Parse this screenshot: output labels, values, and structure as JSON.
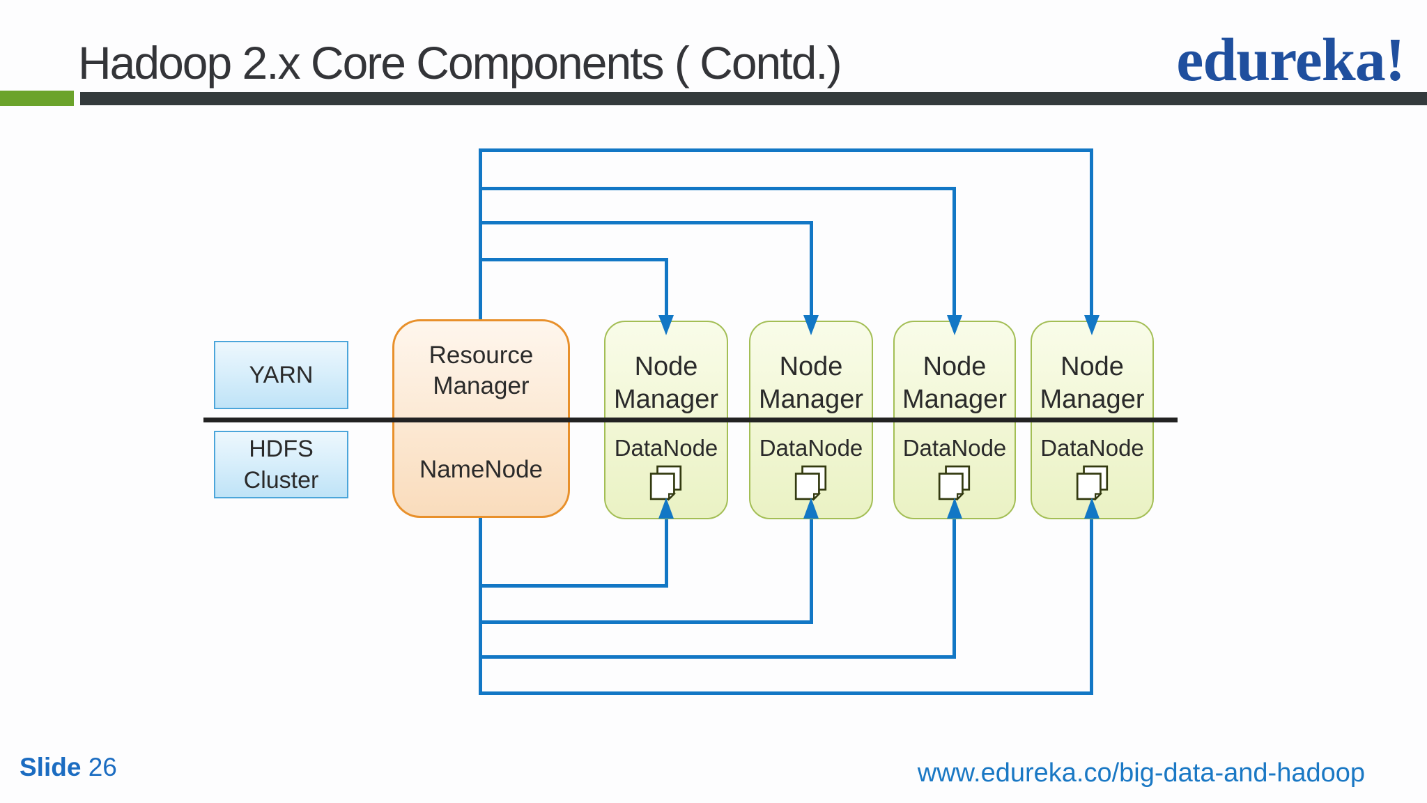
{
  "slide": {
    "title": "Hadoop 2.x Core Components ( Contd.)",
    "logo_text": "edureka!",
    "footer": {
      "slide_label": "Slide",
      "slide_number": "26",
      "url": "www.edureka.co/big-data-and-hadoop"
    }
  },
  "diagram": {
    "left_labels": {
      "yarn": "YARN",
      "hdfs": "HDFS Cluster"
    },
    "master": {
      "yarn_role": "Resource Manager",
      "hdfs_role": "NameNode"
    },
    "workers": [
      {
        "yarn_role": "Node Manager",
        "hdfs_role": "DataNode"
      },
      {
        "yarn_role": "Node Manager",
        "hdfs_role": "DataNode"
      },
      {
        "yarn_role": "Node Manager",
        "hdfs_role": "DataNode"
      },
      {
        "yarn_role": "Node Manager",
        "hdfs_role": "DataNode"
      }
    ],
    "icons": {
      "datanode_icon": "stacked-documents-icon",
      "top_arrows": "down-arrowhead",
      "bottom_arrows": "up-arrowhead"
    }
  },
  "colors": {
    "connector_blue": "#1277c5",
    "accent_green": "#6ba32b",
    "bar_dark": "#343a3c",
    "edureka_blue": "#1f4f9e",
    "title_gray": "#333438",
    "divider_black": "#222222",
    "blue_box_border": "#4ba5da",
    "green_box_border": "#a3be55",
    "orange_box_border": "#e8902b",
    "footer_blue": "#1b6cc1",
    "url_blue": "#1a78c4"
  }
}
